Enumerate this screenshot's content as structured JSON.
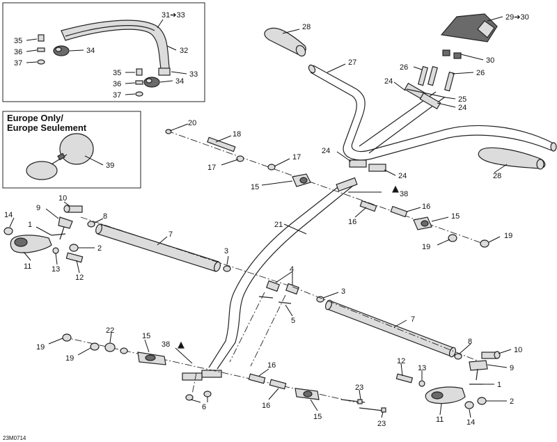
{
  "drawing_code": "23M0714",
  "inset_europe": {
    "line1": "Europe Only/",
    "line2": "Europe Seulement"
  },
  "labels": {
    "l31_33": "31➔33",
    "l32": "32",
    "l35a": "35",
    "l36a": "36",
    "l37a": "37",
    "l34a": "34",
    "l35b": "35",
    "l36b": "36",
    "l37b": "37",
    "l34b": "34",
    "l33": "33",
    "l39": "39",
    "l28a": "28",
    "l27": "27",
    "l29_30": "29➔30",
    "l30": "30",
    "l26a": "26",
    "l26b": "26",
    "l24a": "24",
    "l25": "25",
    "l24b": "24",
    "l24c": "24",
    "l24d": "24",
    "l28b": "28",
    "l20": "20",
    "l18": "18",
    "l17a": "17",
    "l17b": "17",
    "l15a": "15",
    "l38a": "38",
    "l16a": "16",
    "l16b": "16",
    "l15b": "15",
    "l19a": "19",
    "l19b": "19",
    "l10a": "10",
    "l9a": "9",
    "l8a": "8",
    "l14a": "14",
    "l1a": "1",
    "l7a": "7",
    "l2a": "2",
    "l11a": "11",
    "l13a": "13",
    "l12a": "12",
    "l3a": "3",
    "l21": "21",
    "l4": "4",
    "l3b": "3",
    "l5": "5",
    "l7b": "7",
    "l22": "22",
    "l15c": "15",
    "l19c": "19",
    "l19d": "19",
    "l38b": "38",
    "l16c": "16",
    "l16d": "16",
    "l15d": "15",
    "l23a": "23",
    "l23b": "23",
    "l6": "6",
    "l8b": "8",
    "l10b": "10",
    "l9b": "9",
    "l12b": "12",
    "l13b": "13",
    "l1b": "1",
    "l2b": "2",
    "l11b": "11",
    "l14b": "14"
  }
}
